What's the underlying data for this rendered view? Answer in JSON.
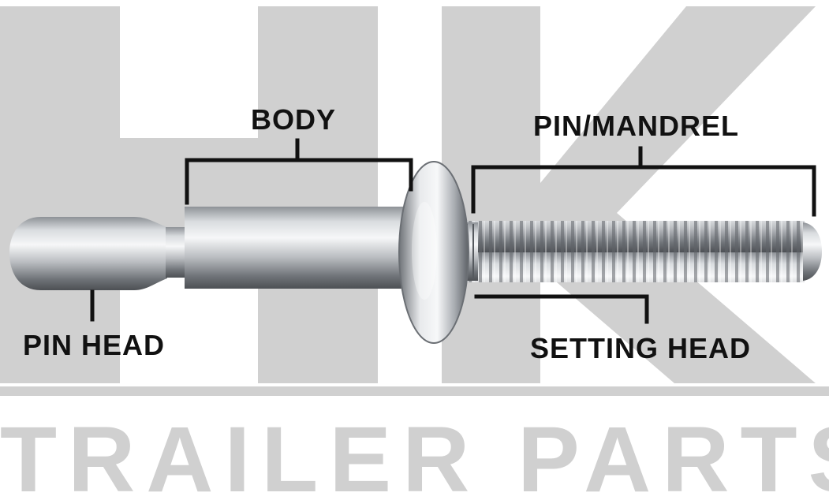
{
  "labels": {
    "body": "BODY",
    "pin_mandrel": "PIN/MANDREL",
    "pin_head": "PIN HEAD",
    "setting_head": "SETTING HEAD"
  },
  "watermark": {
    "logo_letters": "HK",
    "text": "TRAILER PARTS"
  },
  "colors": {
    "watermark_gray": "#d0d0d0",
    "background": "#ffffff",
    "label_ink": "#111111",
    "metal_light": "#eef0f2",
    "metal_dark": "#6f7378"
  }
}
